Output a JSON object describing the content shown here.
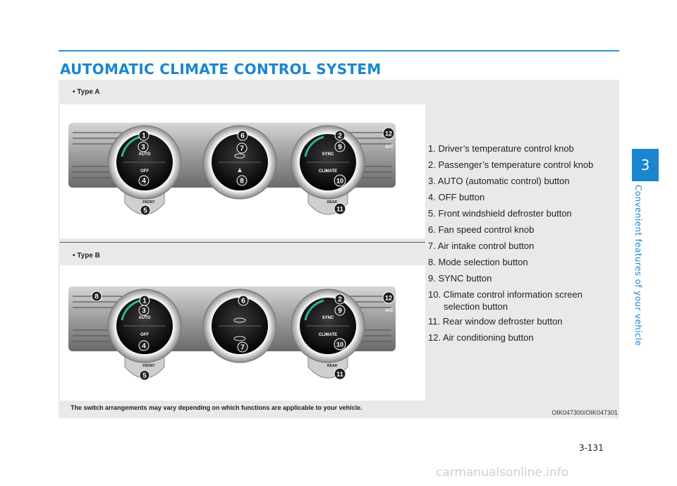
{
  "header": {
    "title": "AUTOMATIC CLIMATE CONTROL SYSTEM"
  },
  "figure": {
    "type_a_label": "• Type A",
    "type_b_label": "• Type B",
    "panel_a": {
      "left_knob_labels": [
        "AUTO",
        "OFF",
        "FRONT"
      ],
      "right_knob_labels": [
        "SYNC",
        "CLIMATE",
        "REAR"
      ],
      "ac_label": "A/C",
      "callouts": [
        "1",
        "3",
        "4",
        "5",
        "6",
        "7",
        "8",
        "2",
        "9",
        "10",
        "11",
        "12"
      ]
    },
    "panel_b": {
      "left_knob_labels": [
        "AUTO",
        "OFF",
        "FRONT"
      ],
      "right_knob_labels": [
        "SYNC",
        "CLIMATE",
        "REAR"
      ],
      "ac_label": "A/C",
      "callouts": [
        "8",
        "1",
        "3",
        "4",
        "5",
        "6",
        "7",
        "2",
        "9",
        "10",
        "11",
        "12"
      ]
    },
    "legend": [
      "1. Driver’s temperature control knob",
      "2. Passenger’s temperature control knob",
      "3. AUTO (automatic control) button",
      "4. OFF button",
      "5. Front windshield defroster button",
      "6. Fan speed control knob",
      "7. Air intake control button",
      "8. Mode selection button",
      "9. SYNC button",
      "10. Climate control information screen",
      "selection button",
      "11. Rear window defroster button",
      "12. Air conditioning button"
    ],
    "footnote": "The switch arrangements may vary depending on which functions are applicable to your vehicle.",
    "image_code": "OIK047300/OIK047301"
  },
  "sidebar": {
    "chapter_number": "3",
    "chapter_title": "Convenient features of your vehicle"
  },
  "footer": {
    "page_number": "3-131",
    "watermark": "carmanualsonline.info"
  },
  "colors": {
    "accent": "#1a86d0",
    "panel_bg": "#e9e9e9",
    "callout_bg": "#1f1f1f"
  }
}
